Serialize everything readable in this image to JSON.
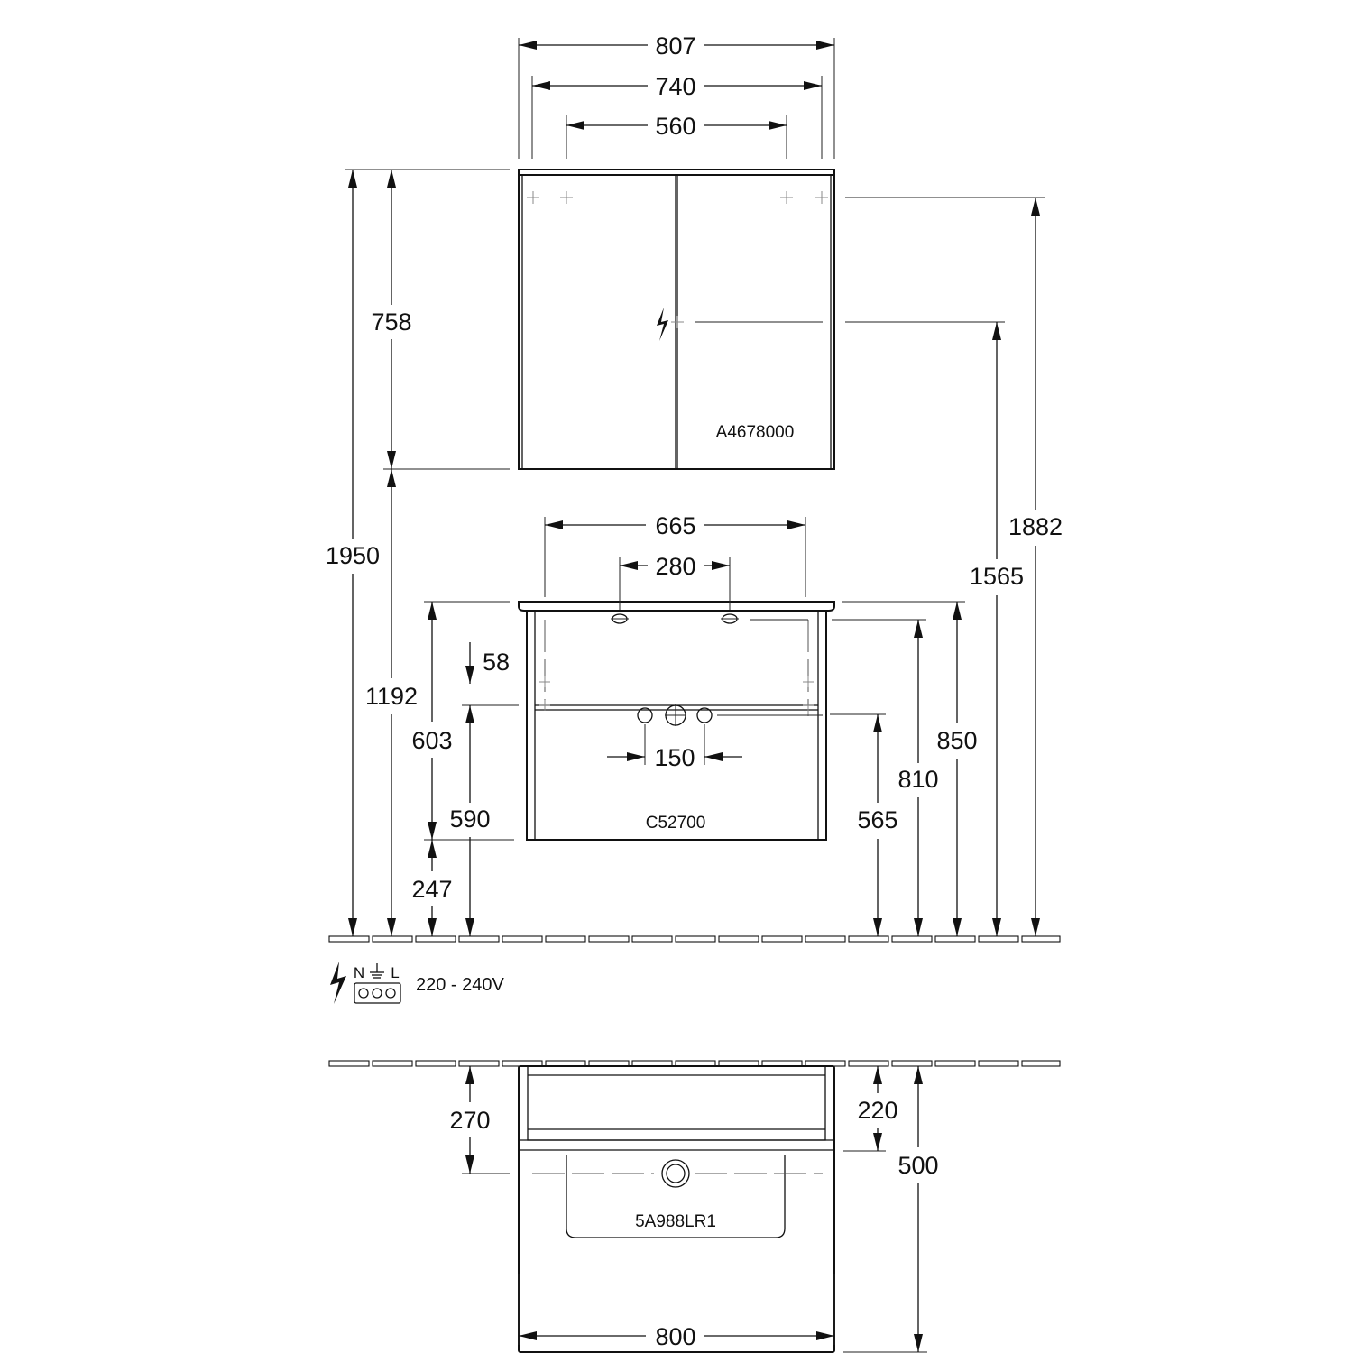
{
  "colors": {
    "ink": "#111111",
    "background": "#ffffff",
    "guide": "#888888"
  },
  "mirror_cabinet": {
    "code": "A4678000",
    "width_total": "807",
    "width_inner": "740",
    "width_fixing": "560",
    "height": "758",
    "height_overall": "1950",
    "height_fixing": "1882",
    "height_socket": "1565",
    "socket_icon": "lightning-bolt-icon"
  },
  "vanity_unit": {
    "code": "C52700",
    "width_washbasin": "665",
    "width_fixing": "280",
    "height_top": "850",
    "height_bottom_top": "810",
    "height_to_cabinet": "1192",
    "height_unit": "603",
    "depth_top": "58",
    "height_water_outlet": "590",
    "height_floor_gap": "247",
    "height_drain": "565",
    "pipe_spacing": "150"
  },
  "electrical": {
    "label_n": "N",
    "label_l": "L",
    "voltage": "220 - 240V",
    "icon": "lightning-bolt-icon",
    "ground_icon": "ground-icon"
  },
  "washbasin_plan": {
    "code": "5A988LR1",
    "depth_drain": "270",
    "depth_unit": "220",
    "depth_total": "500",
    "width": "800"
  }
}
